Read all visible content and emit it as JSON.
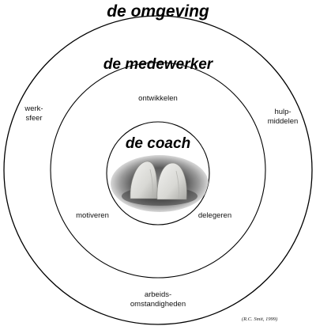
{
  "diagram": {
    "outer_title": "de omgeving",
    "middle_title": "de medewerker",
    "inner_title": "de coach",
    "labels": {
      "werk": "werk-",
      "sfeer": "sfeer",
      "hulp": "hulp-",
      "middelen": "middelen",
      "ontwikkelen": "ontwikkelen",
      "motiveren": "motiveren",
      "delegeren": "delegeren",
      "arbeids": "arbeids-",
      "omstandigheden": "omstandigheden"
    },
    "credit": "(R.C. Smit, 1999)",
    "image": "two-hands-coaching-photo",
    "colors": {
      "stroke": "#000000",
      "text": "#111111",
      "background": "#ffffff"
    }
  }
}
